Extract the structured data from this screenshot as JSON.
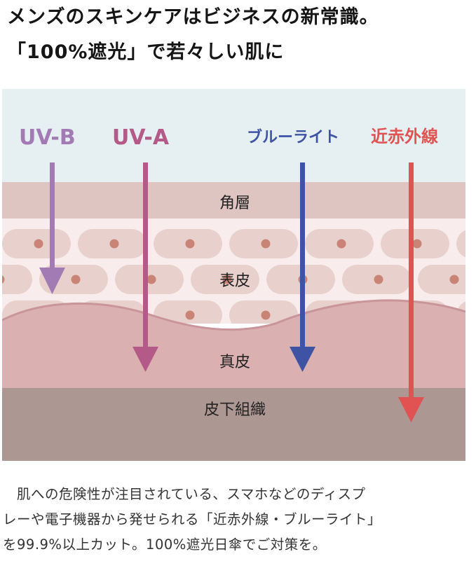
{
  "headline": {
    "line1": "メンズのスキンケアはビジネスの新常識。",
    "line2": "「100%遮光」で若々しい肌に"
  },
  "diagram": {
    "rays": [
      {
        "label": "UV-B",
        "color": "#a27bb4"
      },
      {
        "label": "UV-A",
        "color": "#b45a88"
      },
      {
        "label": "ブルーライト",
        "color": "#3e53a4"
      },
      {
        "label": "近赤外線",
        "color": "#e05352"
      }
    ],
    "layers": {
      "stratum_corneum": "角層",
      "epidermis": "表皮",
      "dermis": "真皮",
      "subcutis": "皮下組織"
    },
    "colors": {
      "sky": "#e6eff2",
      "stratum_corneum": "#dfc5c1",
      "epidermis": "#f8edec",
      "cell": "#e8d0cc",
      "nucleus": "#c98476",
      "dermis": "#dbb0b0",
      "subcutis": "#ad9792"
    }
  },
  "caption": {
    "line1": "　肌への危険性が注目されている、スマホなどのディスプ",
    "line2": "レーや電子機器から発せられる「近赤外線・ブルーライト」",
    "line3": "を99.9%以上カット。100%遮光日傘でご対策を。"
  }
}
